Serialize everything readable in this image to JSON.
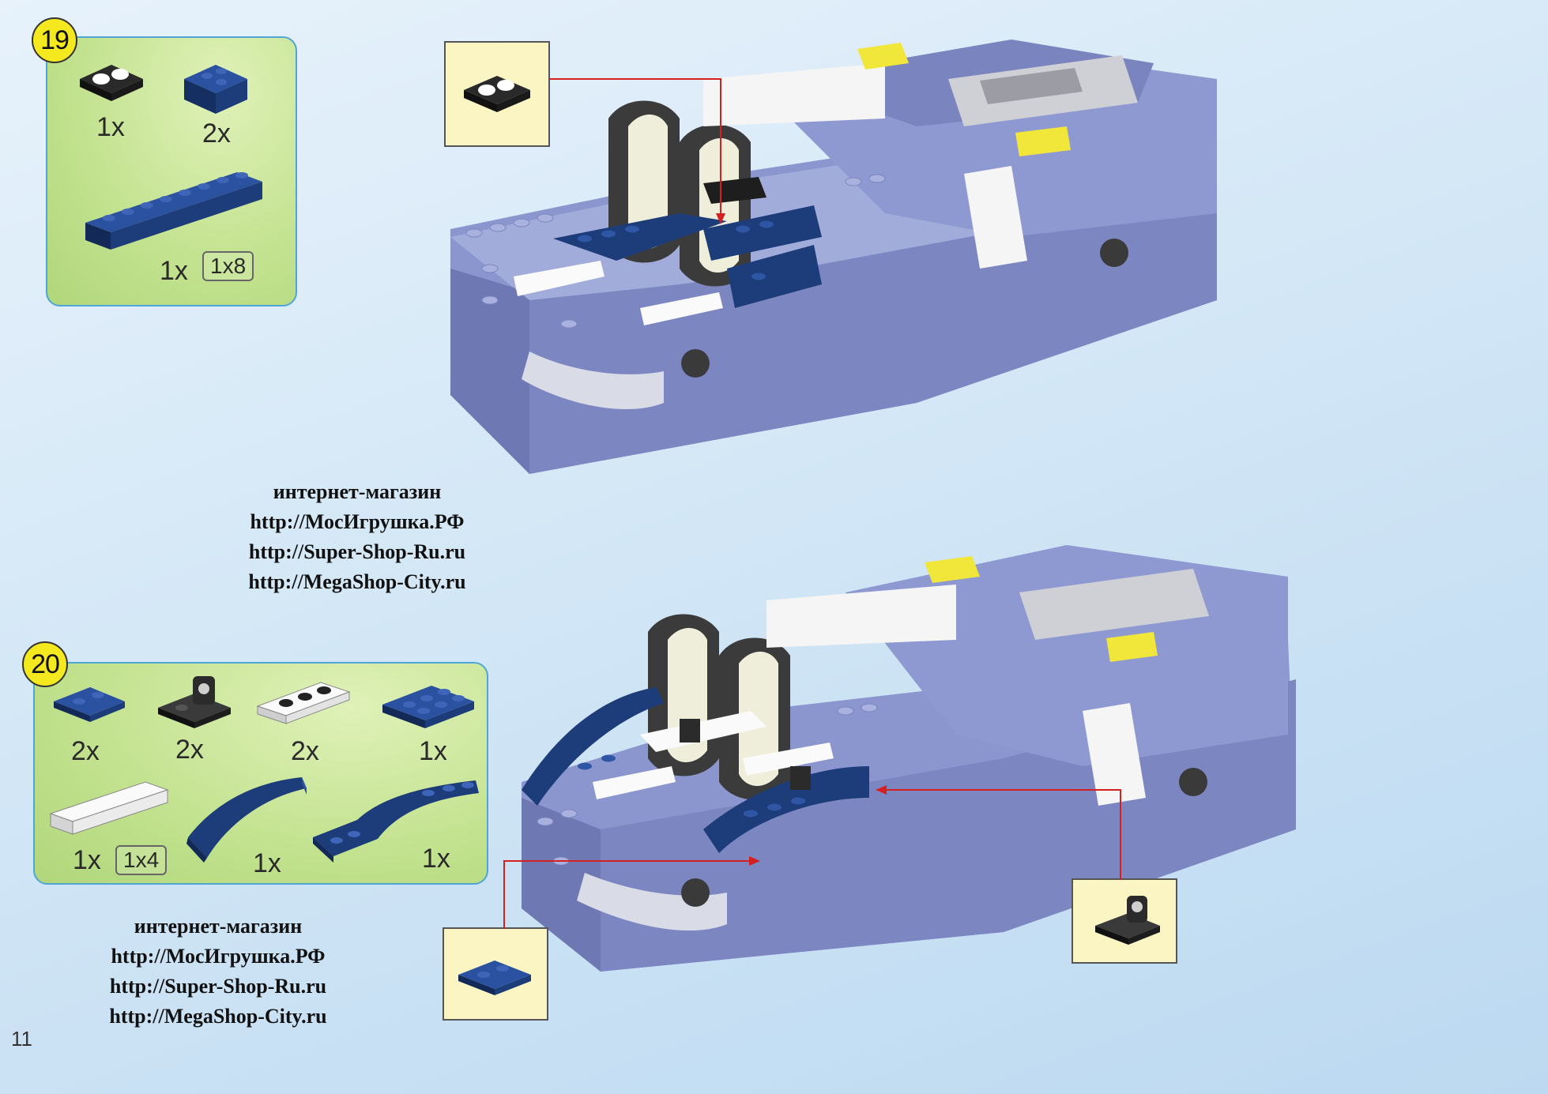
{
  "steps": [
    {
      "number": "19",
      "parts": [
        {
          "name": "dial-tile-1x2",
          "qty": "1x",
          "color": "#222222"
        },
        {
          "name": "slope-2x2",
          "qty": "2x",
          "color": "#1d3d7a"
        },
        {
          "name": "brick-1x8",
          "qty": "1x",
          "size": "1x8",
          "color": "#1d3d7a"
        }
      ]
    },
    {
      "number": "20",
      "parts": [
        {
          "name": "plate-1x2",
          "qty": "2x",
          "color": "#1d3d7a"
        },
        {
          "name": "hinge-plate-1x2",
          "qty": "2x",
          "color": "#2b2b2b"
        },
        {
          "name": "plate-1x3",
          "qty": "2x",
          "color": "#ffffff"
        },
        {
          "name": "plate-2x3",
          "qty": "1x",
          "color": "#1d3d7a"
        },
        {
          "name": "tile-1x4",
          "qty": "1x",
          "size": "1x4",
          "color": "#ffffff"
        },
        {
          "name": "curved-slope",
          "qty": "1x",
          "color": "#1d3d7a"
        },
        {
          "name": "arch-plate",
          "qty": "1x",
          "color": "#1d3d7a"
        }
      ]
    }
  ],
  "shop_blocks": [
    {
      "line1": "интернет-магазин",
      "line2": "http://МосИгрушка.РФ",
      "line3": "http://Super-Shop-Ru.ru",
      "line4": "http://MegaShop-City.ru"
    },
    {
      "line1": "интернет-магазин",
      "line2": "http://МосИгрушка.РФ",
      "line3": "http://Super-Shop-Ru.ru",
      "line4": "http://MegaShop-City.ru"
    }
  ],
  "page_number": "11",
  "colors": {
    "model_body": "#8b96cf",
    "model_dark": "#1d3d7a",
    "accent_yellow": "#f1e73a",
    "leader_red": "#d42020",
    "callout_bg": "#fbf5c4"
  }
}
